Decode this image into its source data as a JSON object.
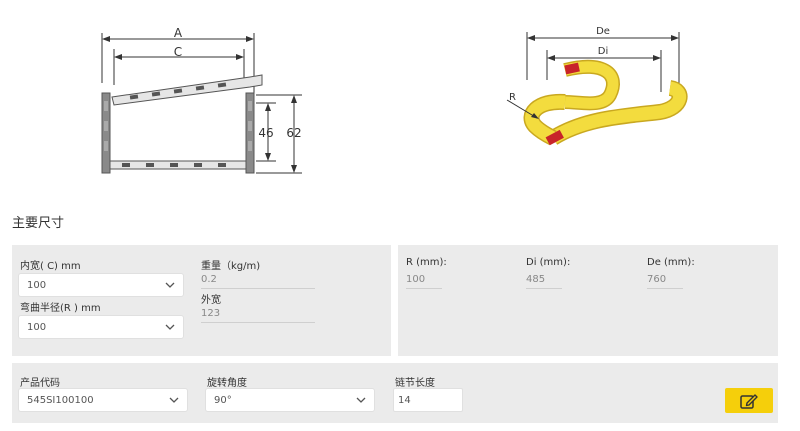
{
  "cross_section": {
    "dim_a": "A",
    "dim_c": "C",
    "dim_inner_height": "46",
    "dim_outer_height": "62"
  },
  "bend_diagram": {
    "dim_de": "De",
    "dim_di": "Di",
    "dim_r": "R"
  },
  "section_title": "主要尺寸",
  "dimensions": {
    "inner_width_label": "内宽( C) mm",
    "inner_width_value": "100",
    "bend_radius_label": "弯曲半径(R ) mm",
    "bend_radius_value": "100",
    "weight_label": "重量（kg/m)",
    "weight_value": "0.2",
    "outer_width_label": "外宽",
    "outer_width_value": "123"
  },
  "results": {
    "r_label": "R (mm):",
    "r_value": "100",
    "di_label": "Di (mm):",
    "di_value": "485",
    "de_label": "De (mm):",
    "de_value": "760"
  },
  "product": {
    "code_label": "产品代码",
    "code_value": "545SI100100",
    "rotation_label": "旋转角度",
    "rotation_value": "90°",
    "link_length_label": "链节长度",
    "link_length_value": "14"
  },
  "colors": {
    "accent_yellow": "#f5cf0b",
    "panel_bg": "#ebebeb",
    "chain_yellow": "#f3dc3e",
    "chain_red": "#c8242a"
  },
  "icons": {
    "edit": "edit-icon",
    "select": "chevron-down-icon"
  }
}
